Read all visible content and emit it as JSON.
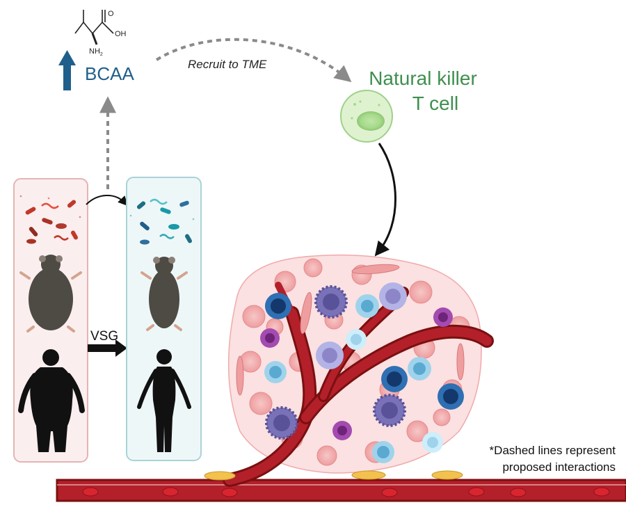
{
  "bcaa": {
    "label": "BCAA",
    "molecule_oh": "OH",
    "molecule_o": "O",
    "molecule_nh2": "NH",
    "molecule_nh2_sub": "2",
    "arrow_icon": "up-arrow-icon"
  },
  "arrows": {
    "recruit_label": "Recruit to TME",
    "vsg_label": "VSG"
  },
  "nkt": {
    "line1": "Natural killer",
    "line2": "T cell"
  },
  "note": {
    "line1": "*Dashed lines represent",
    "line2": "proposed interactions"
  },
  "colors": {
    "bcaa_blue": "#1f5f8b",
    "nkt_green": "#3f8f4f",
    "dash_gray": "#8a8a8a",
    "panel_left_fill": "#fbeeee",
    "panel_left_stroke": "#e7b3b3",
    "panel_right_fill": "#eef7f8",
    "panel_right_stroke": "#a9d3d8",
    "vessel_dark": "#7a1010",
    "vessel_red": "#b3202a"
  }
}
